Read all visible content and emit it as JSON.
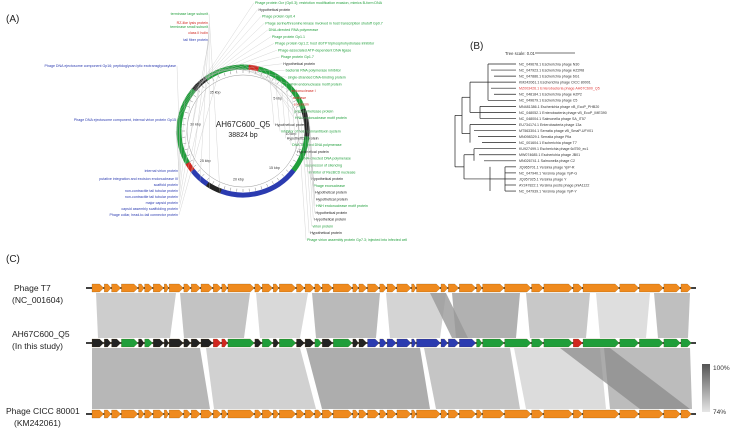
{
  "panels": {
    "a": "(A)",
    "b": "(B)",
    "c": "(C)"
  },
  "colors": {
    "structural": "#1f9e3a",
    "replication": "#2b3bb0",
    "lysis": "#d0271f",
    "phage_gene": "#ef8a1e",
    "hypothetical": "#222222",
    "homology_max": "#555555",
    "homology_min": "#dddddd",
    "highlight": "#e03a3a"
  },
  "genome": {
    "name": "AH67C600_Q5",
    "size": "38824 bp",
    "ticks": [
      "5 kbp",
      "10 kbp",
      "15 kbp",
      "20 kbp",
      "25 kbp",
      "30 kbp",
      "35 kbp"
    ],
    "labels_right": [
      {
        "text": "Phage protein Ocr (Gp0.3); restriction modification evasion, mimics B-form DNA",
        "color": "#1f9e3a"
      },
      {
        "text": "Hypothetical protein",
        "color": "#222222"
      },
      {
        "text": "Phage protein Gp0.4",
        "color": "#1f9e3a"
      },
      {
        "text": "Phage serine/threonine kinase involved in host transcription shutoff Gp0.7",
        "color": "#1f9e3a"
      },
      {
        "text": "DNA-directed RNA polymerase",
        "color": "#1f9e3a"
      },
      {
        "text": "Phage protein Gp1.1",
        "color": "#1f9e3a"
      },
      {
        "text": "Phage protein Gp1.2; host dGTP triphosphohydrolase inhibitor",
        "color": "#1f9e3a"
      },
      {
        "text": "Phage-associated ATP-dependent DNA ligase",
        "color": "#1f9e3a"
      },
      {
        "text": "Phage protein Gp1.7",
        "color": "#1f9e3a"
      },
      {
        "text": "Hypothetical protein",
        "color": "#222222"
      },
      {
        "text": "bacterial RNA polymerase inhibitor",
        "color": "#1f9e3a"
      },
      {
        "text": "single-stranded DNA-binding protein",
        "color": "#1f9e3a"
      },
      {
        "text": "HNH endonuclease motif protein",
        "color": "#1f9e3a"
      },
      {
        "text": "endonuclease I",
        "color": "#d0271f"
      },
      {
        "text": "amidase",
        "color": "#d0271f"
      },
      {
        "text": "endolysin",
        "color": "#d0271f"
      },
      {
        "text": "primase/helicase protein",
        "color": "#1f9e3a"
      },
      {
        "text": "HNH endonuclease motif protein",
        "color": "#1f9e3a"
      },
      {
        "text": "Hypothetical protein",
        "color": "#222222"
      },
      {
        "text": "inhibitor of host toxin/antitoxin system",
        "color": "#1f9e3a"
      },
      {
        "text": "Hypothetical protein",
        "color": "#222222"
      },
      {
        "text": "DNA-directed DNA polymerase",
        "color": "#1f9e3a"
      },
      {
        "text": "Hypothetical protein",
        "color": "#222222"
      },
      {
        "text": "DNA-directed DNA polymerase",
        "color": "#1f9e3a"
      },
      {
        "text": "suppressor of silencing",
        "color": "#1f9e3a"
      },
      {
        "text": "inhibitor of RecBCD nuclease",
        "color": "#1f9e3a"
      },
      {
        "text": "Hypothetical protein",
        "color": "#222222"
      },
      {
        "text": "Phage exonuclease",
        "color": "#1f9e3a"
      },
      {
        "text": "Hypothetical protein",
        "color": "#222222"
      },
      {
        "text": "Hypothetical protein",
        "color": "#222222"
      },
      {
        "text": "HNH endonuclease motif protein",
        "color": "#1f9e3a"
      },
      {
        "text": "Hypothetical protein",
        "color": "#222222"
      },
      {
        "text": "Hypothetical protein",
        "color": "#222222"
      },
      {
        "text": "virion protein",
        "color": "#1f9e3a"
      },
      {
        "text": "Hypothetical protein",
        "color": "#222222"
      },
      {
        "text": "Phage virion assembly protein Gp7.3; injected into infected cell",
        "color": "#1f9e3a"
      }
    ],
    "labels_left": [
      {
        "text": "terminase large subunit",
        "color": "#1f9e3a"
      },
      {
        "text": "RZ-like lysis protein",
        "color": "#d0271f"
      },
      {
        "text": "terminase small subunit",
        "color": "#1f9e3a"
      },
      {
        "text": "class II holin",
        "color": "#d0271f"
      },
      {
        "text": "tail fiber protein",
        "color": "#2b3bb0"
      },
      {
        "text": "Phage DNA ejectosome component Gp16; peptidoglycan lytic exotransglycosylase",
        "color": "#2b3bb0"
      },
      {
        "text": "Phage DNA ejectosome component, internal virion protein Gp15",
        "color": "#2b3bb0"
      },
      {
        "text": "internal virion protein",
        "color": "#2b3bb0"
      },
      {
        "text": "putative integration and excision endonuclease III",
        "color": "#2b3bb0"
      },
      {
        "text": "scaffold protein",
        "color": "#2b3bb0"
      },
      {
        "text": "non-contractile tail tubular protein",
        "color": "#2b3bb0"
      },
      {
        "text": "non-contractile tail tubular protein",
        "color": "#2b3bb0"
      },
      {
        "text": "major capsid protein",
        "color": "#2b3bb0"
      },
      {
        "text": "capsid assembly scaffolding protein",
        "color": "#2b3bb0"
      },
      {
        "text": "Phage collar, head-to-tail connector protein",
        "color": "#2b3bb0"
      }
    ]
  },
  "tree": {
    "scale": "Tree scale: 0.01",
    "tips": [
      {
        "text": "NC_049678.1 Escherichia phage N30",
        "highlight": false
      },
      {
        "text": "NC_047923.1 Escherichia phage HZ2R8",
        "highlight": false
      },
      {
        "text": "NC_047886.1 Escherichia phage 6G1",
        "highlight": false
      },
      {
        "text": "KM242061.1 Escherichia phage CICC 80001",
        "highlight": false
      },
      {
        "text": "MZ003426.1 Enterobacteria phage AH67C600_Q5",
        "highlight": true
      },
      {
        "text": "NC_048184.1 Escherichia phage HZP2",
        "highlight": false
      },
      {
        "text": "NC_049679.1 Escherichia phage C5",
        "highlight": false
      },
      {
        "text": "MN481386.1 Escherichia phage vB_EcoP_PHB20",
        "highlight": false
      },
      {
        "text": "NC_048052.1 Enterobacteria phage vB_EcoP_IME390",
        "highlight": false
      },
      {
        "text": "NC_048004.1 Salmonella phage SA_IT57",
        "highlight": false
      },
      {
        "text": "EU734174.1 Enterobacteria phage 13a",
        "highlight": false
      },
      {
        "text": "MT563304.1 Serratia phage vB_SmaP-UFV01",
        "highlight": false
      },
      {
        "text": "MN098329.1 Serratia phage Pila",
        "highlight": false
      },
      {
        "text": "NC_001604.1 Escherichia phage T7",
        "highlight": false
      },
      {
        "text": "KU927499.1 Escherichia phage 6d759_ec1",
        "highlight": false
      },
      {
        "text": "MW074685.1 Escherichia phage JB01",
        "highlight": false
      },
      {
        "text": "MN026741.1 Salmonella phage C2",
        "highlight": false
      },
      {
        "text": "JQ965701.1 Yersinia phage YpP-R",
        "highlight": false
      },
      {
        "text": "NC_047940.1 Yersinia phage YpP-G",
        "highlight": false
      },
      {
        "text": "JQ957925.1 Yersinia phage Y",
        "highlight": false
      },
      {
        "text": "AY247822.1 Yersinia pestis phage phiA1122",
        "highlight": false
      },
      {
        "text": "NC_047939.1 Yersinia phage YpP-Y",
        "highlight": false
      }
    ]
  },
  "comparison": {
    "tracks": [
      {
        "name": "Phage T7",
        "accession": "(NC_001604)"
      },
      {
        "name": "AH67C600_Q5",
        "accession": "(In this study)"
      },
      {
        "name": "Phage CICC 80001",
        "accession": "(KM242061)"
      }
    ],
    "identity_max": "100%",
    "identity_min": "74%"
  }
}
